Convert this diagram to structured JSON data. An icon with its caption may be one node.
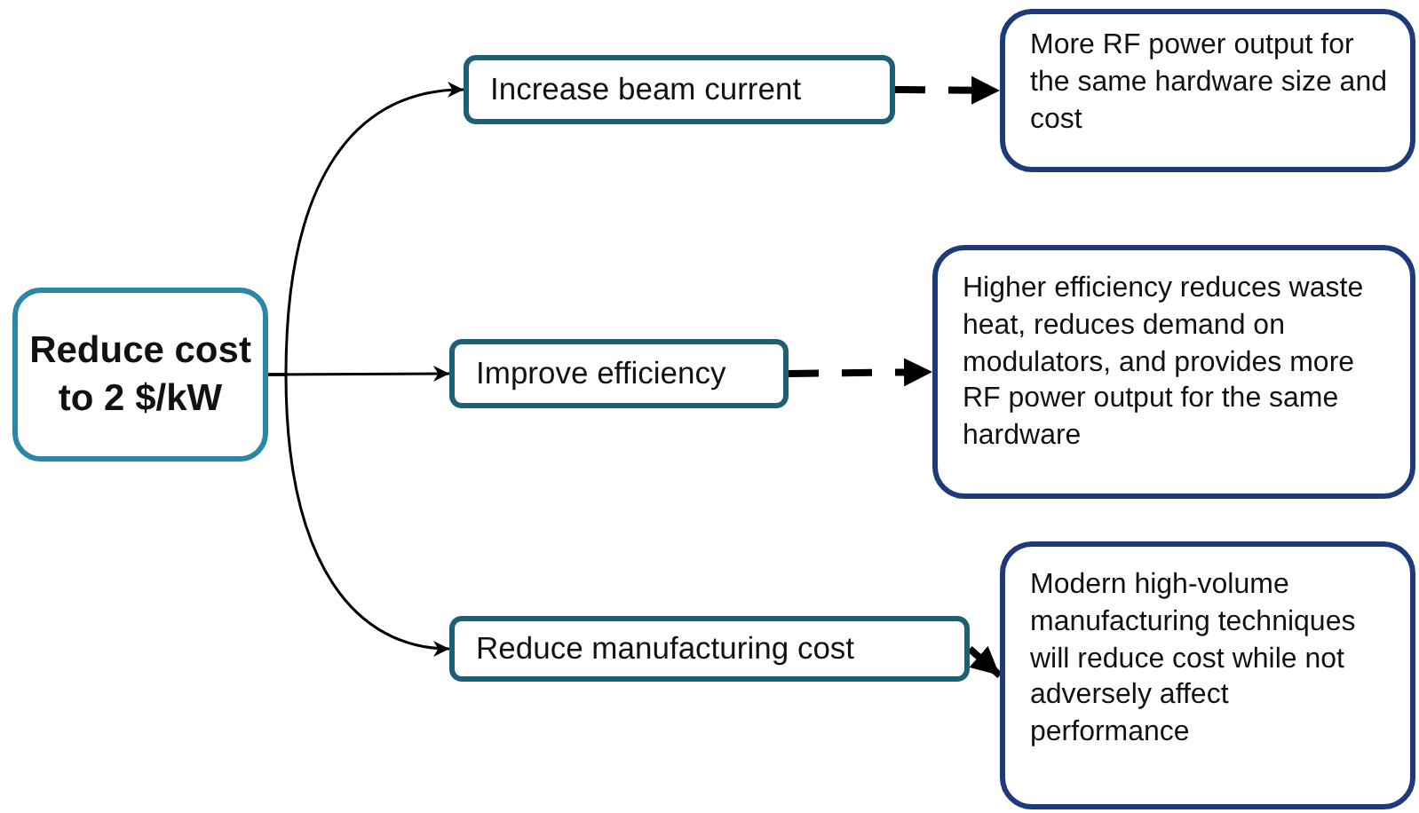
{
  "diagram": {
    "nodes": [
      {
        "text": [
          "Reduce cost to 2 $/kW"
        ]
      },
      {
        "text": [
          "Increase beam current"
        ]
      },
      {
        "text": [
          "Improve efficiency"
        ]
      },
      {
        "text": [
          "Reduce manufacturing cost"
        ]
      },
      {
        "text": [
          "More RF power output for the same hardware size and cost"
        ]
      },
      {
        "text": [
          "Higher efficiency reduces waste heat, reduces demand on modulators, and provides more RF power output for the same hardware"
        ]
      },
      {
        "text": [
          "Modern high-volume manufacturing techniques will reduce cost while not adversely affect performance"
        ]
      }
    ],
    "edges": [
      {
        "from": 0,
        "to": 1,
        "arrow": "to"
      },
      {
        "from": 0,
        "to": 2,
        "arrow": "to"
      },
      {
        "from": 0,
        "to": 3,
        "arrow": "to"
      },
      {
        "from": 1,
        "to": 4,
        "arrow": "to",
        "style": "dashed"
      },
      {
        "from": 2,
        "to": 5,
        "arrow": "to",
        "style": "dashed"
      },
      {
        "from": 3,
        "to": 6,
        "arrow": "to",
        "style": "thick"
      }
    ]
  }
}
